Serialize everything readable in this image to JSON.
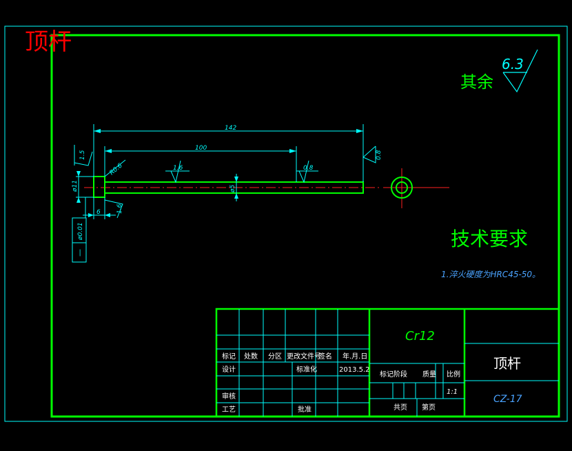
{
  "part_title": "顶杆",
  "roughness": {
    "label": "其余",
    "value": "6.3"
  },
  "dimensions": {
    "overall_length": "142",
    "shaft_length": "100",
    "head_height": "1.5",
    "head_chamfer_callout": "R0.6",
    "shaft_diameter": "ø5",
    "head_diameter": "ø11",
    "head_thickness": "6",
    "head_roughness_bottom": "1.6",
    "shaft_roughness_mid": "1.6",
    "shaft_roughness_right": "0.8",
    "end_roughness": "0.8",
    "tolerance_value": "ø0.01",
    "tolerance_symbol": "—"
  },
  "tech_req": {
    "heading": "技术要求",
    "note": "1.淬火硬度为HRC45-50。"
  },
  "title_block": {
    "material": "Cr12",
    "part_name": "顶杆",
    "drawing_no": "CZ-17",
    "scale_label": "比例",
    "scale": "1:1",
    "mass_label": "质量",
    "stage_label": "标记阶段",
    "sheets_label": "共页",
    "sheet_label": "第页",
    "header_cells": [
      "标记",
      "处数",
      "分区",
      "更改文件号",
      "签名",
      "年.月.日"
    ],
    "design": "设计",
    "standardize": "标准化",
    "date": "2013.5.2",
    "review": "审核",
    "process": "工艺",
    "approve": "批准"
  },
  "colors": {
    "frame": "#00ff00",
    "lines": "#00ffff",
    "centerline": "#ff2020",
    "part_title": "#ff0000",
    "text_green": "#00ff00",
    "text_blue": "#4aa3ff",
    "text_white": "#ffffff"
  }
}
